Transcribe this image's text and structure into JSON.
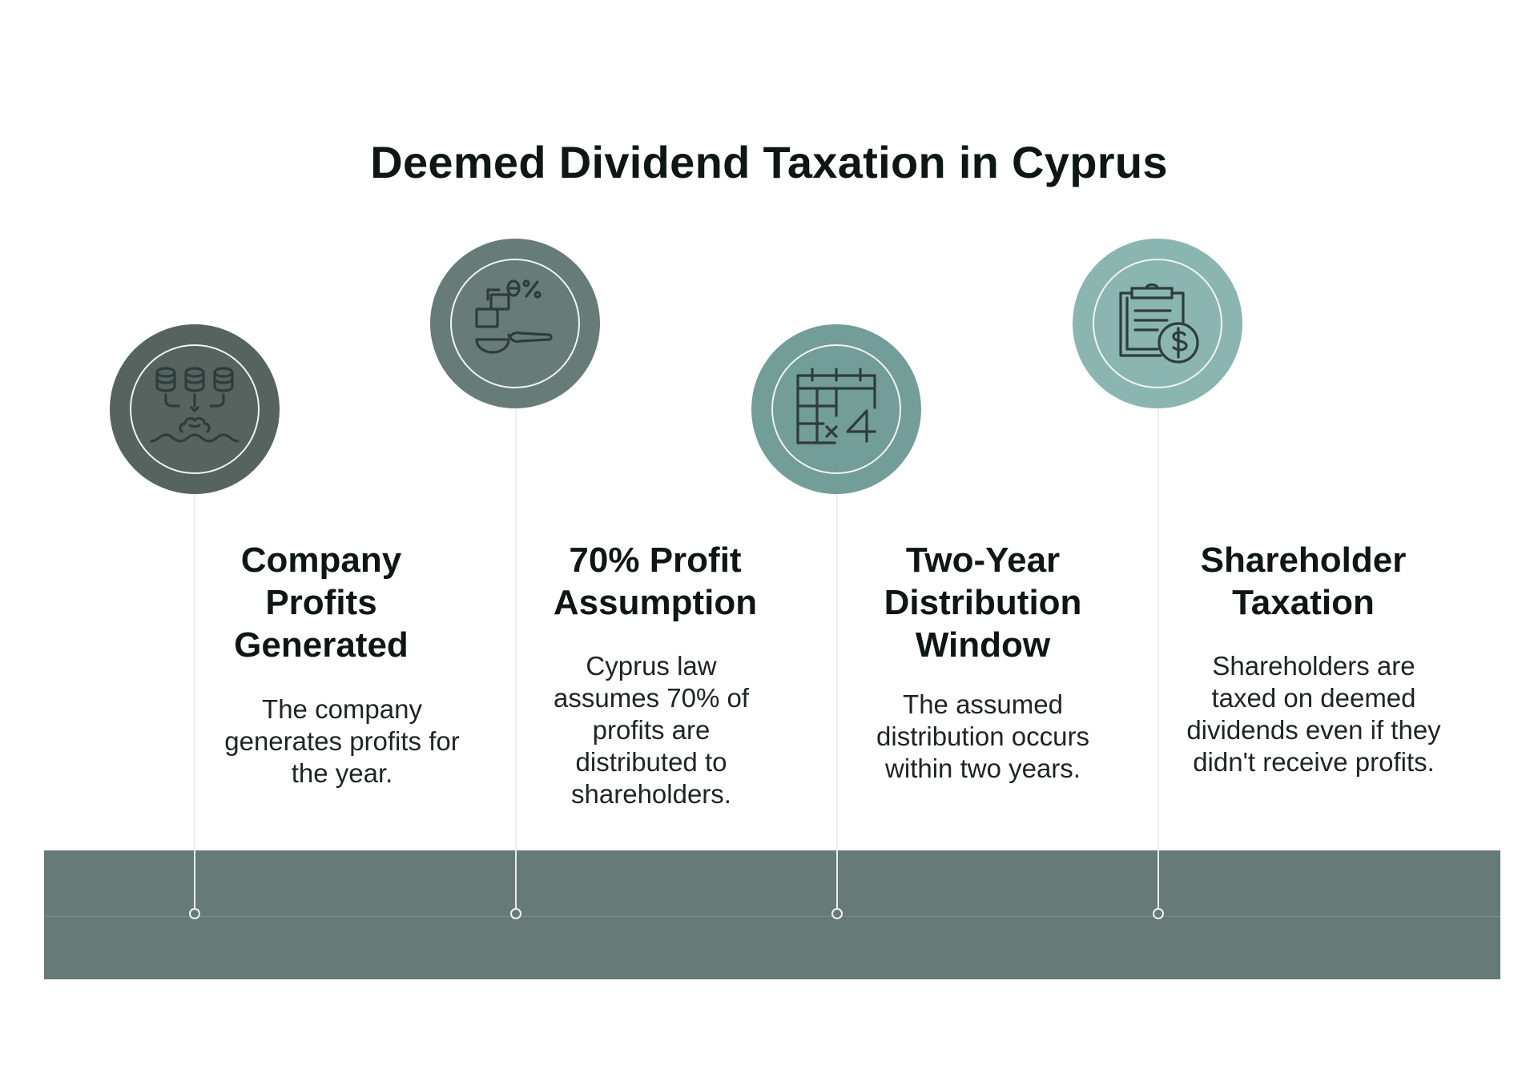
{
  "title": "Deemed Dividend Taxation in Cyprus",
  "colors": {
    "band": "#667a77",
    "step1": "#56635f",
    "step2": "#677b78",
    "step3": "#729d98",
    "step4": "#8bb5b1",
    "icon_stroke": "#2e3d3a"
  },
  "steps": [
    {
      "title": "Company Profits Generated",
      "description": "The company generates profits for the year.",
      "icon": "coins-splash-icon"
    },
    {
      "title": "70% Profit Assumption",
      "description": "Cyprus law assumes 70% of profits are distributed to shareholders.",
      "icon": "scale-percent-icon"
    },
    {
      "title": "Two-Year Distribution Window",
      "description": "The assumed distribution occurs within two years.",
      "icon": "calendar-multiply-icon"
    },
    {
      "title": "Shareholder Taxation",
      "description": "Shareholders are taxed on deemed dividends even if they didn't receive profits.",
      "icon": "clipboard-dollar-icon"
    }
  ]
}
